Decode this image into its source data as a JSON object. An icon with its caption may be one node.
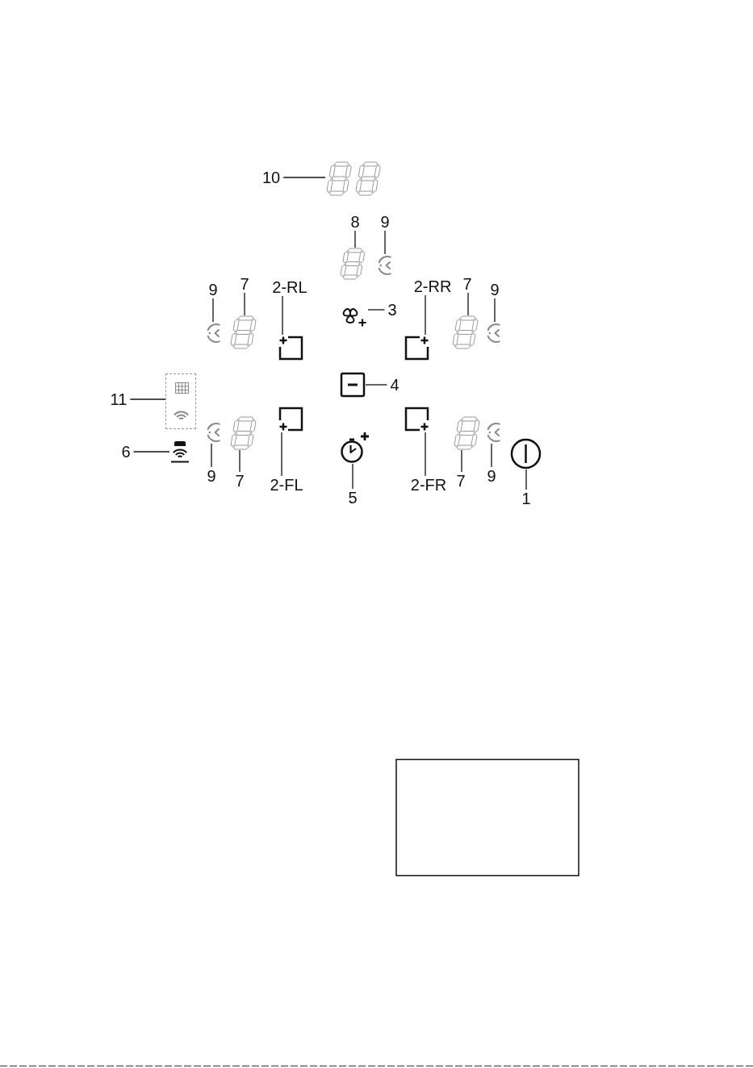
{
  "diagram": {
    "nodes": [
      {
        "text": [
          "10"
        ]
      },
      {
        "text": [],
        "shape": "picture"
      },
      {
        "text": [
          "8"
        ]
      },
      {
        "text": [
          "9"
        ]
      },
      {
        "text": [],
        "shape": "picture"
      },
      {
        "text": [],
        "shape": "picture"
      },
      {
        "text": [
          "9"
        ]
      },
      {
        "text": [
          "7"
        ]
      },
      {
        "text": [
          "2-RL"
        ]
      },
      {
        "text": [
          "2-RR"
        ]
      },
      {
        "text": [
          "7"
        ]
      },
      {
        "text": [
          "9"
        ]
      },
      {
        "text": [],
        "shape": "picture"
      },
      {
        "text": [],
        "shape": "picture"
      },
      {
        "text": [],
        "shape": "picture"
      },
      {
        "text": [],
        "shape": "picture"
      },
      {
        "text": [
          "3"
        ]
      },
      {
        "text": [],
        "shape": "picture"
      },
      {
        "text": [],
        "shape": "picture"
      },
      {
        "text": [],
        "shape": "picture"
      },
      {
        "text": [],
        "shape": "box"
      },
      {
        "text": [
          "11"
        ]
      },
      {
        "text": [],
        "shape": "picture"
      },
      {
        "text": [
          "4"
        ]
      },
      {
        "text": [],
        "shape": "picture"
      },
      {
        "text": [],
        "shape": "picture"
      },
      {
        "text": [],
        "shape": "picture"
      },
      {
        "text": [],
        "shape": "picture"
      },
      {
        "text": [],
        "shape": "picture"
      },
      {
        "text": [],
        "shape": "picture"
      },
      {
        "text": [
          "6"
        ]
      },
      {
        "text": [],
        "shape": "picture"
      },
      {
        "text": [],
        "shape": "picture"
      },
      {
        "text": [],
        "shape": "picture"
      },
      {
        "text": [
          "9"
        ]
      },
      {
        "text": [
          "7"
        ]
      },
      {
        "text": [
          "2-FL"
        ]
      },
      {
        "text": [
          "5"
        ]
      },
      {
        "text": [
          "2-FR"
        ]
      },
      {
        "text": [
          "7"
        ]
      },
      {
        "text": [
          "9"
        ]
      },
      {
        "text": [
          "1"
        ]
      }
    ],
    "edges": [
      {
        "from": 0,
        "to": 1,
        "arrow": "none"
      },
      {
        "from": 2,
        "to": 4,
        "arrow": "none"
      },
      {
        "from": 3,
        "to": 5,
        "arrow": "none"
      },
      {
        "from": 6,
        "to": 12,
        "arrow": "none"
      },
      {
        "from": 7,
        "to": 13,
        "arrow": "none"
      },
      {
        "from": 8,
        "to": 14,
        "arrow": "none"
      },
      {
        "from": 16,
        "to": 15,
        "arrow": "none"
      },
      {
        "from": 9,
        "to": 17,
        "arrow": "none"
      },
      {
        "from": 10,
        "to": 18,
        "arrow": "none"
      },
      {
        "from": 11,
        "to": 19,
        "arrow": "none"
      },
      {
        "from": 21,
        "to": 20,
        "arrow": "none"
      },
      {
        "from": 23,
        "to": 22,
        "arrow": "none"
      },
      {
        "from": 30,
        "to": 31,
        "arrow": "none"
      },
      {
        "from": 34,
        "to": 26,
        "arrow": "none"
      },
      {
        "from": 35,
        "to": 27,
        "arrow": "none"
      },
      {
        "from": 36,
        "to": 24,
        "arrow": "none"
      },
      {
        "from": 37,
        "to": 32,
        "arrow": "none"
      },
      {
        "from": 38,
        "to": 25,
        "arrow": "none"
      },
      {
        "from": 39,
        "to": 28,
        "arrow": "none"
      },
      {
        "from": 40,
        "to": 29,
        "arrow": "none"
      },
      {
        "from": 41,
        "to": 33,
        "arrow": "none"
      }
    ]
  }
}
